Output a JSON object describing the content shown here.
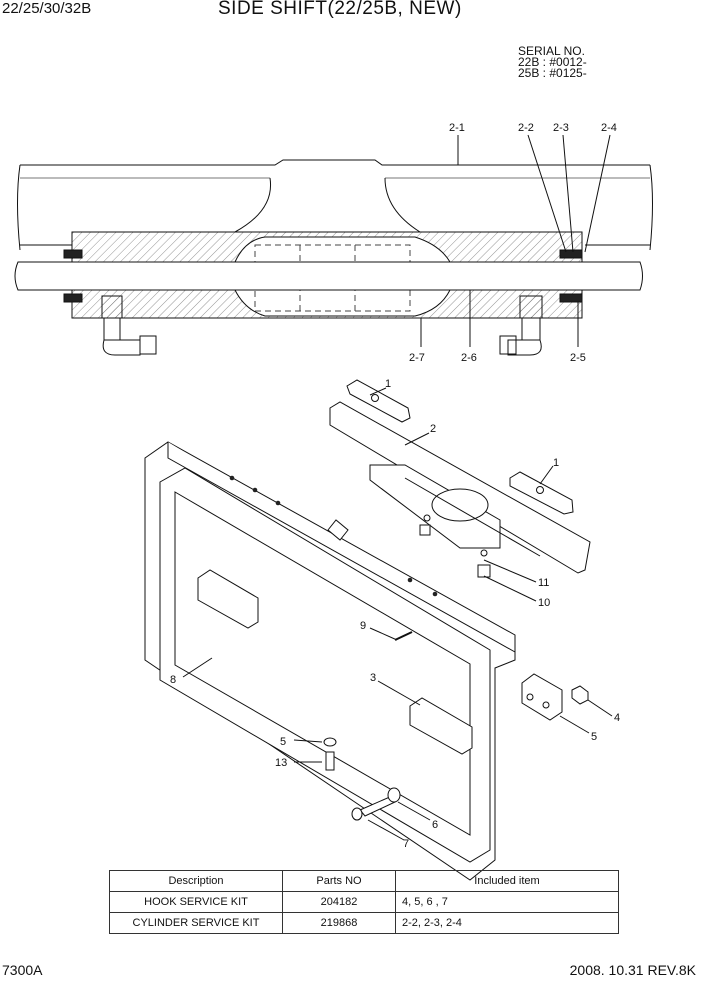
{
  "header": {
    "model": "22/25/30/32B",
    "title": "SIDE SHIFT(22/25B, NEW)"
  },
  "serial": {
    "label": "SERIAL NO.",
    "lines": [
      "22B : #0012-",
      "25B : #0125-"
    ]
  },
  "callouts": {
    "top": [
      "2-1",
      "2-2",
      "2-3",
      "2-4",
      "2-7",
      "2-6",
      "2-5"
    ],
    "exploded": [
      "1",
      "2",
      "1",
      "11",
      "10",
      "9",
      "8",
      "3",
      "4",
      "5",
      "5",
      "13",
      "6",
      "7"
    ]
  },
  "kit_table": {
    "headers": [
      "Description",
      "Parts NO",
      "Included item"
    ],
    "rows": [
      {
        "description": "HOOK SERVICE KIT",
        "parts_no": "204182",
        "included": "4, 5, 6 , 7"
      },
      {
        "description": "CYLINDER SERVICE KIT",
        "parts_no": "219868",
        "included": "2-2, 2-3, 2-4"
      }
    ]
  },
  "footer": {
    "code": "7300A",
    "date_rev": "2008. 10.31  REV.8K"
  }
}
